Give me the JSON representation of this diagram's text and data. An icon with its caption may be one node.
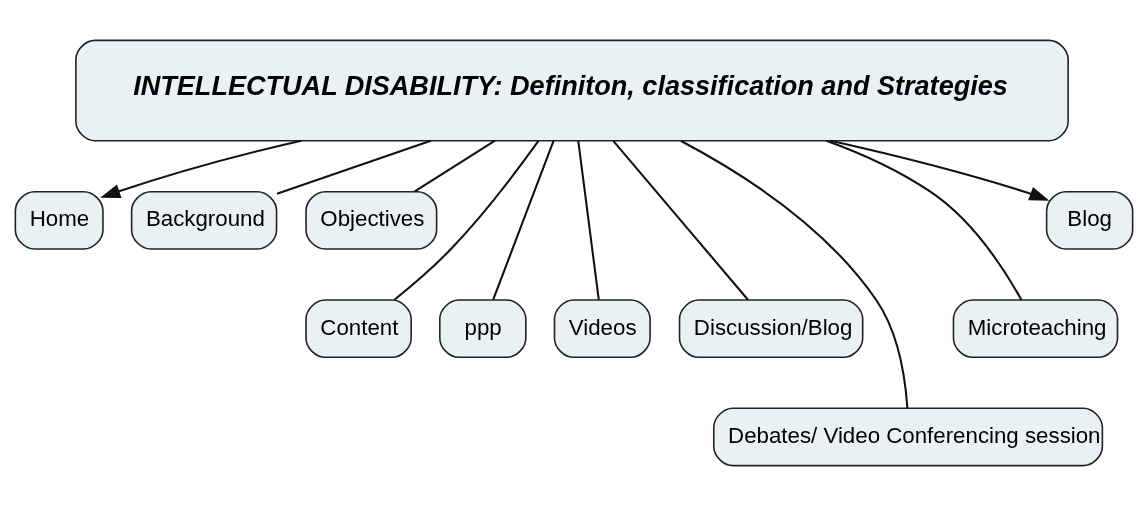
{
  "diagram": {
    "nodes": [
      {
        "text": [
          "INTELLECTUAL DISABILITY: Definiton, classification and Strategies"
        ]
      },
      {
        "text": [
          "Home"
        ]
      },
      {
        "text": [
          "Background"
        ]
      },
      {
        "text": [
          "Objectives"
        ]
      },
      {
        "text": [
          "Content"
        ]
      },
      {
        "text": [
          "ppp"
        ]
      },
      {
        "text": [
          "Videos"
        ]
      },
      {
        "text": [
          "Discussion/Blog"
        ]
      },
      {
        "text": [
          "Debates/ Video Conferencing session"
        ]
      },
      {
        "text": [
          "Microteaching"
        ]
      },
      {
        "text": [
          "Blog"
        ]
      }
    ],
    "edges": [
      {
        "from": 0,
        "to": 1,
        "arrow": "to"
      },
      {
        "from": 0,
        "to": 2,
        "arrow": "none"
      },
      {
        "from": 0,
        "to": 3,
        "arrow": "none"
      },
      {
        "from": 0,
        "to": 4,
        "arrow": "none"
      },
      {
        "from": 0,
        "to": 5,
        "arrow": "none"
      },
      {
        "from": 0,
        "to": 6,
        "arrow": "none"
      },
      {
        "from": 0,
        "to": 7,
        "arrow": "none"
      },
      {
        "from": 0,
        "to": 8,
        "arrow": "none"
      },
      {
        "from": 0,
        "to": 9,
        "arrow": "none"
      },
      {
        "from": 0,
        "to": 10,
        "arrow": "to"
      }
    ]
  }
}
